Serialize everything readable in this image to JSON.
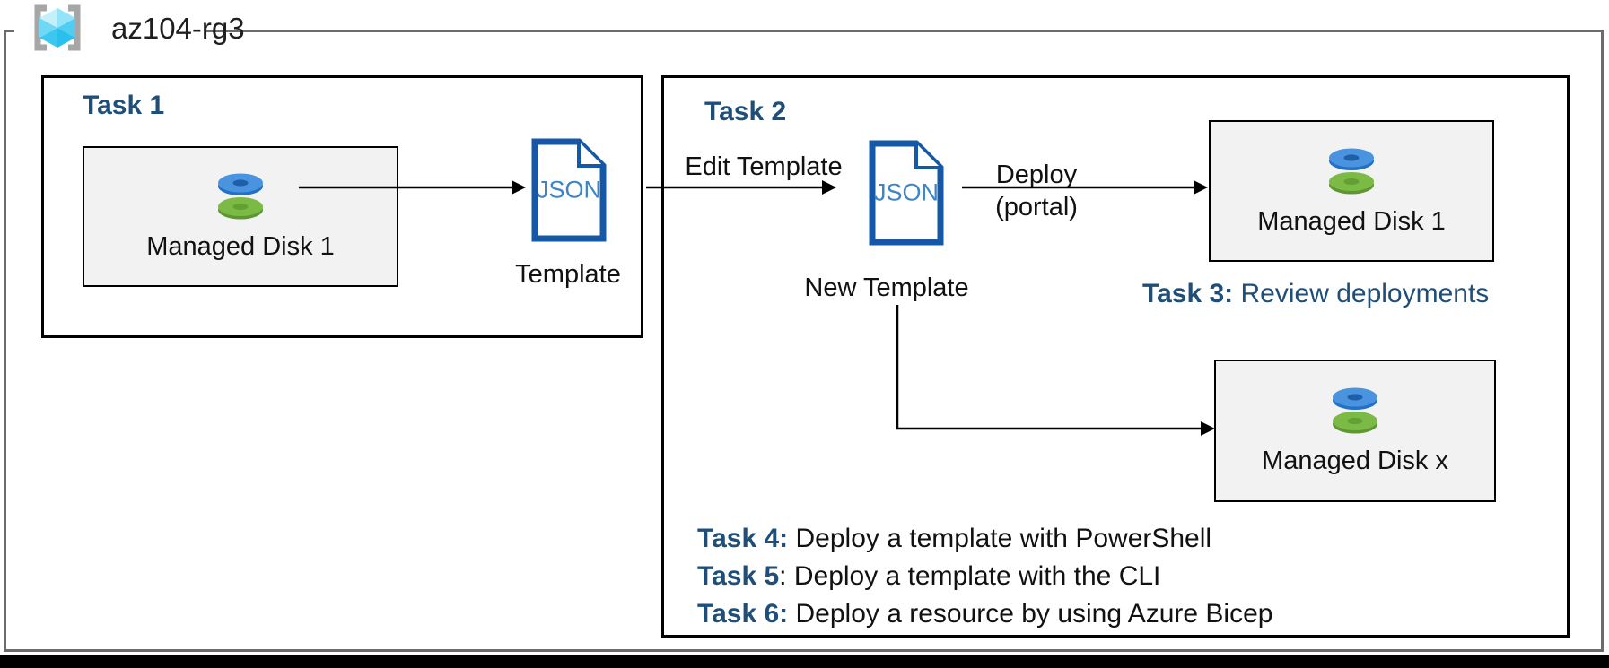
{
  "resource_group": {
    "name": "az104-rg3"
  },
  "task1": {
    "title": "Task 1",
    "disk": {
      "label": "Managed Disk 1"
    },
    "template": {
      "doc_label": "JSON",
      "caption": "Template"
    }
  },
  "task2": {
    "title": "Task 2",
    "edit_arrow": {
      "label": "Edit Template"
    },
    "new_template": {
      "doc_label": "JSON",
      "caption": "New Template"
    },
    "deploy_arrow": {
      "line1": "Deploy",
      "line2": "(portal)"
    },
    "managed_disk_1": {
      "label": "Managed Disk 1"
    },
    "managed_disk_x": {
      "label": "Managed Disk x"
    },
    "task3": {
      "label": "Task 3:",
      "text": " Review deployments"
    },
    "task_list": [
      {
        "label": "Task 4:",
        "text": " Deploy a template with PowerShell"
      },
      {
        "label": "Task 5",
        "text": ": Deploy a template with the CLI"
      },
      {
        "label": "Task 6:",
        "text": " Deploy a resource by using Azure Bicep"
      }
    ]
  },
  "colors": {
    "accent_blue": "#1F4E79",
    "json_doc_border": "#1558A7",
    "json_doc_text": "#3D85C6",
    "disk_blue_top": "#4A94DF",
    "disk_blue_rim": "#2270C8",
    "disk_green_top": "#7CBA46",
    "disk_green_rim": "#5E9631",
    "box_fill": "#F2F2F2",
    "outer_border_gray": "#6B6B6B",
    "bottom_bar_black": "#000000"
  }
}
